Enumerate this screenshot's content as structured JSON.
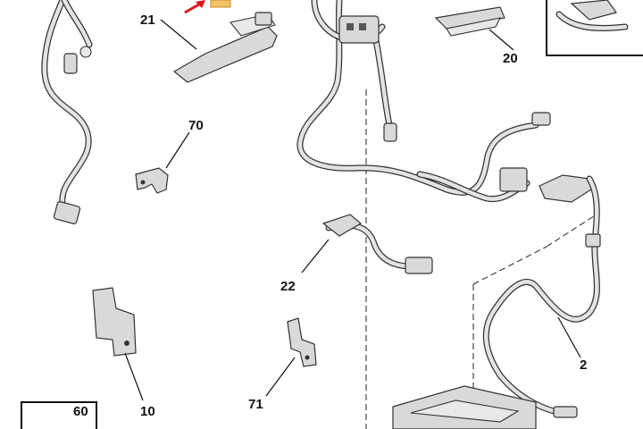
{
  "callouts": {
    "c21": "21",
    "c20": "20",
    "c70": "70",
    "c22": "22",
    "c10": "10",
    "c71": "71",
    "c2": "2",
    "c60": "60"
  },
  "colors": {
    "part_fill": "#d9d9d9",
    "outline": "#333333",
    "marker_arrow": "#e0161b",
    "marker_box": "#f2c36b"
  }
}
